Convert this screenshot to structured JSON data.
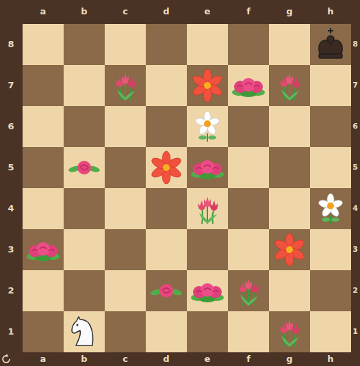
{
  "diagram": {
    "labels": [
      "a",
      "b",
      "c",
      "d",
      "e",
      "f",
      "g",
      "h",
      "8",
      "7",
      "6",
      "5",
      "4",
      "3",
      "2",
      "1",
      "8",
      "7",
      "6",
      "5",
      "4",
      "3",
      "2",
      "1",
      "a",
      "b",
      "c",
      "d",
      "e",
      "f",
      "g",
      "h"
    ]
  }
}
